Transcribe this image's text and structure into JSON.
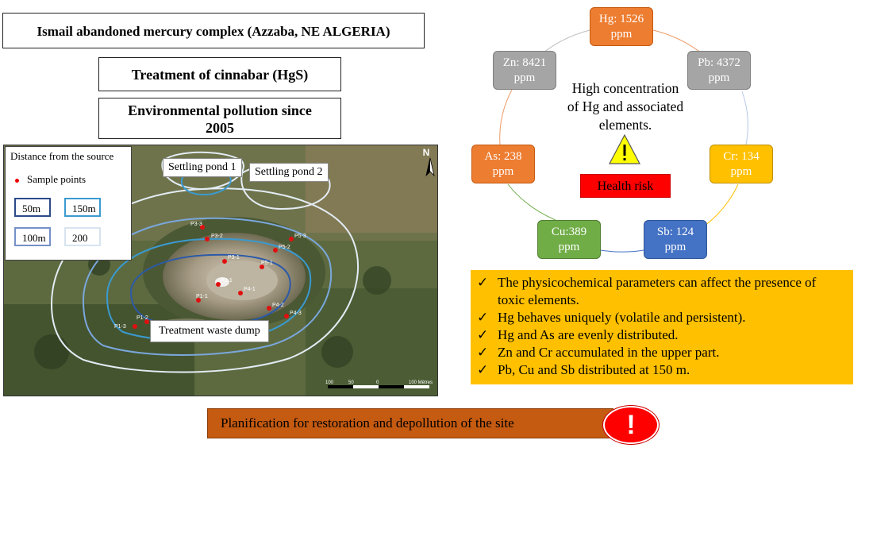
{
  "title": "Ismail abandoned mercury complex (Azzaba, NE ALGERIA)",
  "treatment": "Treatment of cinnabar (HgS)",
  "pollution_line1": "Environmental pollution since",
  "pollution_line2": "2005",
  "map": {
    "legend_title": "Distance from the source",
    "legend_points": "Sample points",
    "buffers": [
      "50m",
      "150m",
      "100m",
      "200"
    ],
    "settling_pond_1": "Settling pond 1",
    "settling_pond_2": "Settling pond 2",
    "waste_dump": "Treatment waste dump",
    "north": "N",
    "sample_labels": [
      "P3-3",
      "P3-2",
      "P5-3",
      "P5-2",
      "P3-1",
      "P5-1",
      "P2-1",
      "P4-1",
      "P1-1",
      "P1-2",
      "P1-3",
      "P4-2",
      "P4-3"
    ],
    "scale": [
      "100",
      "50",
      "0",
      "100 Mètres"
    ]
  },
  "elements": {
    "hg": {
      "line1": "Hg: 1526",
      "line2": "ppm",
      "color": "#ed7d31"
    },
    "pb": {
      "line1": "Pb: 4372",
      "line2": "ppm",
      "color": "#a5a5a5"
    },
    "cr": {
      "line1": "Cr: 134",
      "line2": "ppm",
      "color": "#ffc000"
    },
    "sb": {
      "line1": "Sb: 124",
      "line2": "ppm",
      "color": "#4472c4"
    },
    "cu": {
      "line1": "Cu:389",
      "line2": "ppm",
      "color": "#70ad47"
    },
    "as": {
      "line1": "As: 238",
      "line2": "ppm",
      "color": "#ed7d31"
    },
    "zn": {
      "line1": "Zn: 8421",
      "line2": "ppm",
      "color": "#a5a5a5"
    }
  },
  "center": {
    "line1": "High concentration",
    "line2": "of Hg and associated",
    "line3": "elements.",
    "warning_icon": "warning-triangle-icon",
    "health_risk": "Health risk"
  },
  "findings": [
    "The physicochemical parameters can affect the presence of toxic elements.",
    "Hg behaves uniquely (volatile and persistent).",
    "Hg and As are evenly distributed.",
    "Zn and Cr accumulated in the upper part.",
    "Pb, Cu and Sb distributed at 150 m."
  ],
  "check_mark": "✓",
  "plan": "Planification for restoration and depollution of the site",
  "alert": "!"
}
